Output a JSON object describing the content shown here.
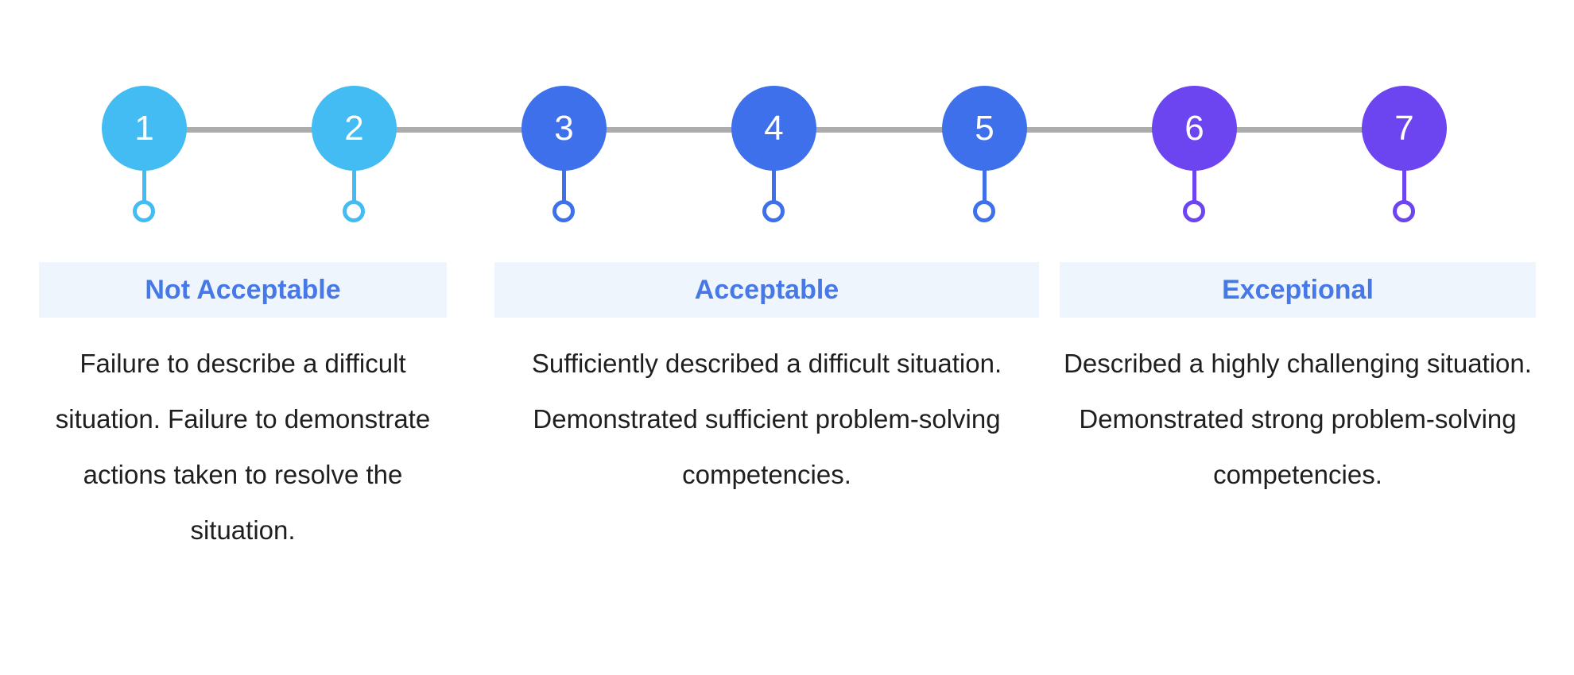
{
  "scale": {
    "connector_color": "#ACACAC",
    "points": [
      {
        "number": "1",
        "color": "#42BCF2"
      },
      {
        "number": "2",
        "color": "#42BCF2"
      },
      {
        "number": "3",
        "color": "#3E70EC"
      },
      {
        "number": "4",
        "color": "#3E70EC"
      },
      {
        "number": "5",
        "color": "#3E70EC"
      },
      {
        "number": "6",
        "color": "#6C44F0"
      },
      {
        "number": "7",
        "color": "#6C44F0"
      }
    ]
  },
  "categories": [
    {
      "label": "Not Acceptable",
      "description": "Failure to describe a difficult situation. Failure to demonstrate actions taken to resolve the situation."
    },
    {
      "label": "Acceptable",
      "description": "Sufficiently described a difficult situation. Demonstrated sufficient problem-solving competencies."
    },
    {
      "label": "Exceptional",
      "description": "Described a highly challenging situation. Demonstrated strong problem-solving competencies."
    }
  ],
  "theme": {
    "band_background": "#EEF5FD",
    "label_color": "#4678E8",
    "number_color": "#FFFFFF",
    "description_color": "#1F1F1F"
  }
}
